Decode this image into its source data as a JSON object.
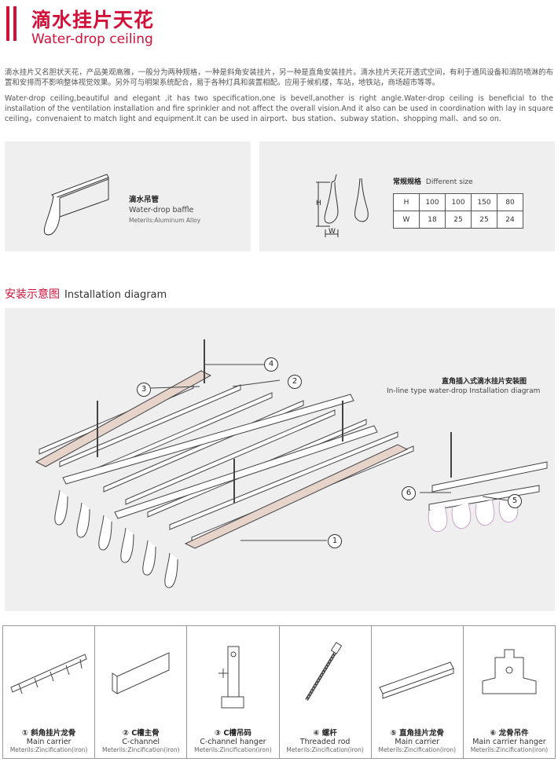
{
  "header": {
    "title_zh": "滴水挂片天花",
    "title_en": "Water-drop ceiling"
  },
  "intro": {
    "zh": "滴水挂片又名胆状天花，产品美观高雅，一般分为两种规格，一种是斜角安装挂片，另一种是直角安装挂片。滴水挂片天花开透式空间，有利于通风设备和消防喷淋的布置和安排而不影响整体视觉效果。另外可与明架系统配合，易于各种灯具和装置相配。应用于候机楼，车站，地铁站，商场超市等等。",
    "en": "Water-drop ceiling,beautiful and elegant ,it has two specification,one is bevell,another is right angle.Water-drop ceiling is beneficial to the installation of the ventilation installation and fire sprinkler  and not affect the overall vision.And it also can be used  in coordination with  lay in square ceiling，convenaient to match light and equipment.It can be used in airport、bus station、subway station、shopping mall、and so on."
  },
  "baffle": {
    "name_zh": "滴水吊管",
    "name_en": "Water-drop baffle",
    "material": "Meterils:Aluminum Alloy"
  },
  "spec": {
    "title_zh": "常规规格",
    "title_en": "Different size",
    "dim_h": "H",
    "dim_w": "W",
    "rows": [
      [
        "H",
        "100",
        "100",
        "150",
        "80"
      ],
      [
        "W",
        "18",
        "25",
        "25",
        "24"
      ]
    ]
  },
  "installation": {
    "title_zh": "安装示意图",
    "title_en": "Installation diagram",
    "inline_zh": "直角插入式滴水挂片安装图",
    "inline_en": "In-line type water-drop Installation diagram",
    "callouts": [
      "1",
      "2",
      "3",
      "4",
      "5",
      "6"
    ]
  },
  "parts": [
    {
      "zh": "① 斜角挂片龙骨",
      "en": "Main carrier",
      "mat": "Meterils:Zincification(iron)"
    },
    {
      "zh": "② C槽主骨",
      "en": "C-channel",
      "mat": "Meterils:Zincification(iron)"
    },
    {
      "zh": "③ C槽吊码",
      "en": "C-channel hanger",
      "mat": "Meterils:Zincification(iron)"
    },
    {
      "zh": "④ 螺杆",
      "en": "Threaded rod",
      "mat": "Meterils:Zincification(iron)"
    },
    {
      "zh": "⑤ 直角挂片龙骨",
      "en": "Main carrier",
      "mat": "Meterils:Zincification(iron)"
    },
    {
      "zh": "⑥ 龙骨吊件",
      "en": "Main carrier hanger",
      "mat": "Meterils:Zincification(iron)"
    }
  ],
  "colors": {
    "accent": "#d2103a",
    "panel": "#efefef"
  }
}
